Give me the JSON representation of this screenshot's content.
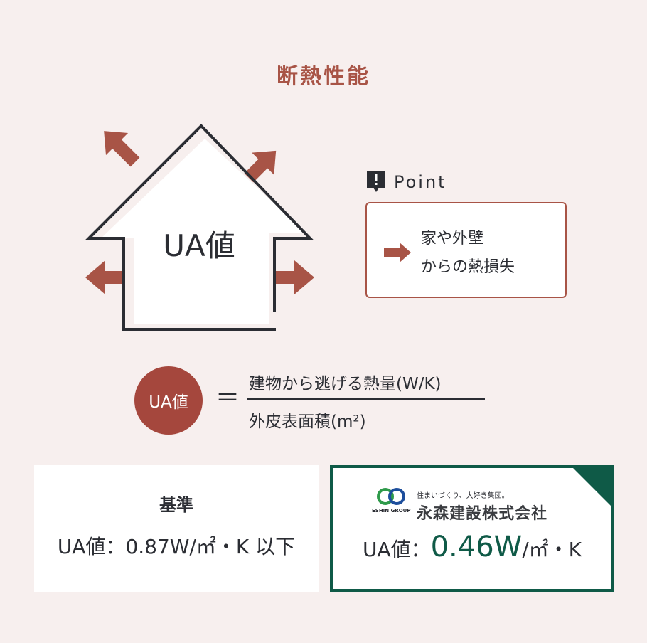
{
  "title": "断熱性能",
  "house": {
    "label": "UA値"
  },
  "point": {
    "label": "Point",
    "lines": [
      "家や外壁",
      "からの熱損失"
    ]
  },
  "formula": {
    "circle": "UA値",
    "equals": "＝",
    "numerator": "建物から逃げる熱量(W/K)",
    "denominator": "外皮表面積(m²)"
  },
  "standard": {
    "heading": "基準",
    "value": "UA値：0.87W/㎡・K 以下"
  },
  "company": {
    "tagline": "住まいづくり、大好き集団。",
    "name": "永森建設株式会社",
    "logo_text": "ESHIN GROUP",
    "prefix": "UA値：",
    "value": "0.46W",
    "unit": "/㎡・K"
  },
  "colors": {
    "accent": "#a85446",
    "green": "#0f5a47",
    "bg": "#f7efee"
  }
}
